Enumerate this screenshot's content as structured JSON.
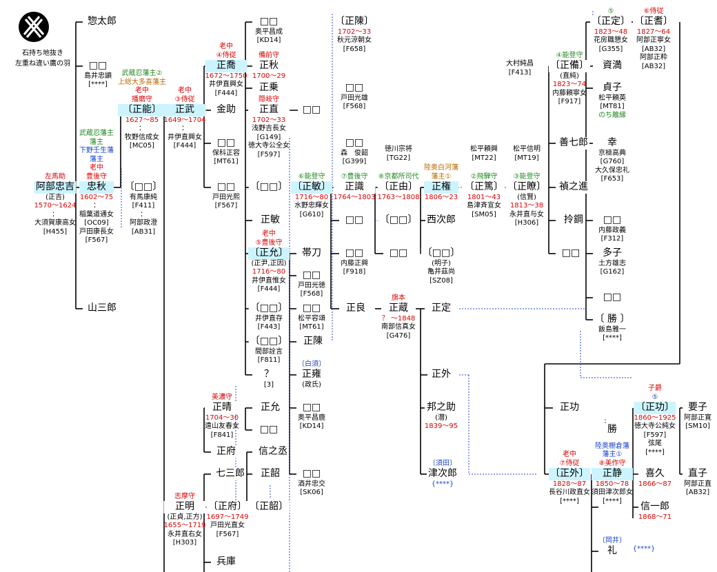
{
  "crest": {
    "line1": "石持ち地抜き",
    "line2": "左重ね違い鷹の羽"
  },
  "persons": [
    {
      "id": "tadayoshi",
      "pre": [
        {
          "t": "左馬助",
          "c": "red"
        }
      ],
      "name": "阿部忠吉",
      "hl": true,
      "post": [
        "(正吉)",
        {
          "t": "1570～1624",
          "c": "red"
        },
        "：",
        "大須賀康高女",
        "[H455]"
      ]
    },
    {
      "id": "sotaro",
      "name": "惣太郎"
    },
    {
      "id": "unk1",
      "name": "□□",
      "post": [
        "島井忠顕",
        "[****]"
      ]
    },
    {
      "id": "sansaburo",
      "name": "山三郎"
    },
    {
      "id": "tadaaki",
      "pre": [
        {
          "t": "武蔵忍藩主",
          "c": "green"
        },
        {
          "t": "藩主",
          "c": "green"
        },
        {
          "t": "下野壬生藩",
          "c": "blue"
        },
        {
          "t": "藩主",
          "c": "blue"
        },
        {
          "t": "老中",
          "c": "red"
        },
        {
          "t": "豊後守",
          "c": "red"
        }
      ],
      "name": "忠秋",
      "hl": true,
      "post": [
        {
          "t": "1602～75",
          "c": "red"
        },
        "：",
        "稲葉道通女",
        "[OC09]",
        "戸田康長女",
        "[F567]"
      ]
    },
    {
      "id": "masayoshi",
      "pre": [
        {
          "t": "武蔵忍藩主②",
          "c": "green"
        },
        {
          "t": "上総大多喜藩主",
          "c": "orange"
        },
        {
          "t": "老中",
          "c": "red"
        },
        {
          "t": "播磨守",
          "c": "red"
        }
      ],
      "name": "〔正能〕",
      "hl": true,
      "post": [
        {
          "t": "1627～85",
          "c": "red"
        },
        "：",
        "牧野信成女",
        "[MC05]"
      ]
    },
    {
      "id": "unk2",
      "name": "〔□□〕",
      "post": [
        "有馬康純",
        "[F411]",
        "：",
        "阿部政澄",
        "[AB31]"
      ]
    },
    {
      "id": "masatake",
      "pre": [
        {
          "t": "老中",
          "c": "red"
        },
        {
          "t": "③侍従",
          "c": "red"
        }
      ],
      "name": "正武",
      "hl": true,
      "post": [
        {
          "t": "1649～1704",
          "c": "red"
        },
        "：",
        "井伊直興女",
        "[F444]"
      ]
    },
    {
      "id": "masataka",
      "pre": [
        {
          "t": "老中",
          "c": "red"
        },
        {
          "t": "④侍従",
          "c": "red"
        }
      ],
      "name": "正喬",
      "hl": true,
      "post": [
        {
          "t": "1672～1750",
          "c": "red"
        },
        "井伊直興女",
        "[F444]"
      ]
    },
    {
      "id": "kinsuke",
      "name": "金助"
    },
    {
      "id": "unk3",
      "name": "□□",
      "post": [
        "保科正容",
        "[MT61]"
      ]
    },
    {
      "id": "unk4",
      "name": "□□",
      "post": [
        "戸田光熙",
        "[F567]"
      ]
    },
    {
      "id": "masaharu",
      "pre": [
        {
          "t": "美濃守",
          "c": "red"
        }
      ],
      "name": "正晴",
      "post": [
        {
          "t": "1704～30",
          "c": "red"
        },
        "遠山友春女",
        "[F841]"
      ]
    },
    {
      "id": "masafu",
      "name": "正府"
    },
    {
      "id": "shichisaburo",
      "name": "七三郎"
    },
    {
      "id": "masaakira",
      "pre": [
        {
          "t": "志摩守",
          "c": "red"
        }
      ],
      "name": "正明",
      "post": [
        "(正貞,正方)",
        {
          "t": "1655～1719",
          "c": "red"
        },
        "永井直右女",
        "[H303]"
      ]
    },
    {
      "id": "hyogo",
      "name": "兵庫"
    },
    {
      "id": "unk5",
      "name": "□□",
      "post": [
        "奥平昌成",
        "[KD14]"
      ]
    },
    {
      "id": "masaaki2",
      "pre": [
        {
          "t": "備前守",
          "c": "red"
        }
      ],
      "name": "正秋",
      "post": [
        {
          "t": "1700～29",
          "c": "red"
        }
      ]
    },
    {
      "id": "masanori",
      "name": "正乗"
    },
    {
      "id": "masanao",
      "pre": [
        {
          "t": "隠岐守",
          "c": "red"
        }
      ],
      "name": "正直",
      "post": [
        {
          "t": "1702～33",
          "c": "red"
        },
        "浅野吉長女",
        "[G149]",
        "徳大寺公全女",
        "[F597]"
      ]
    },
    {
      "id": "unk6",
      "name": "〔□□〕"
    },
    {
      "id": "masatoshi",
      "name": "正敏"
    },
    {
      "id": "masachika",
      "pre": [
        {
          "t": "老中",
          "c": "red"
        },
        {
          "t": "⑤豊後守",
          "c": "red"
        }
      ],
      "name": "〔正允〕",
      "hl": true,
      "post": [
        "(正尹,正因)",
        {
          "t": "1716～80",
          "c": "red"
        },
        "井伊直惟女",
        "[F444]"
      ]
    },
    {
      "id": "unk7",
      "name": "〔□□〕",
      "post": [
        "井伊直存",
        "[F443]"
      ]
    },
    {
      "id": "unk8",
      "name": "〔□□〕",
      "post": [
        "間部詮言",
        "[F811]"
      ]
    },
    {
      "id": "q3",
      "name": "？",
      "post": [
        "[3]"
      ]
    },
    {
      "id": "masachika2",
      "name": "正允"
    },
    {
      "id": "unk9",
      "name": "□□"
    },
    {
      "id": "shinnojo",
      "name": "信之丞"
    },
    {
      "id": "masaaki3",
      "name": "正韶"
    },
    {
      "id": "masaaki4",
      "name": "〔正韶〕"
    },
    {
      "id": "masafu2",
      "name": "〔正府〕",
      "post": [
        {
          "t": "1697～1749",
          "c": "red"
        },
        "戸田光直女",
        "[F567]"
      ]
    },
    {
      "id": "unk10",
      "name": "□□"
    },
    {
      "id": "obitate",
      "name": "帯刀"
    },
    {
      "id": "unk11",
      "name": "□□",
      "post": [
        "戸田光徳",
        "[F568]"
      ]
    },
    {
      "id": "unk12",
      "name": "□□",
      "post": [
        "松平容頌",
        "[MT61]"
      ]
    },
    {
      "id": "masahiro",
      "name": "正陳"
    },
    {
      "id": "masayasu",
      "pre": [
        {
          "t": "〔白須〕",
          "c": "blue"
        }
      ],
      "name": "正雍",
      "post": [
        "(政氏)"
      ]
    },
    {
      "id": "unk13",
      "name": "□□",
      "post": [
        "奥平昌鹿",
        "[KD14]"
      ]
    },
    {
      "id": "unk14",
      "name": "□□",
      "post": [
        "酒井忠交",
        "[SK06]"
      ]
    },
    {
      "id": "masatoshi2",
      "pre": [
        {
          "t": "⑥能登守",
          "c": "green"
        }
      ],
      "name": "〔正敏〕",
      "hl": true,
      "post": [
        {
          "t": "1716～80",
          "c": "red"
        },
        "水野忠輝女",
        "[G610]"
      ]
    },
    {
      "id": "masahiro2",
      "name": "〔正陳〕",
      "post": [
        {
          "t": "1702～33",
          "c": "red"
        },
        "秋元涼朝女",
        "[F658]"
      ]
    },
    {
      "id": "unk15",
      "name": "□□",
      "post": [
        "戸田光雄",
        "[F568]"
      ]
    },
    {
      "id": "unk16",
      "name": "□□",
      "post": [
        "森　俊韶",
        "[G399]"
      ]
    },
    {
      "id": "masashiki",
      "pre": [
        {
          "t": "⑦豊後守",
          "c": "green"
        }
      ],
      "name": "正識",
      "post": [
        {
          "t": "1764～1803",
          "c": "red"
        }
      ]
    },
    {
      "id": "unk17",
      "name": "□□"
    },
    {
      "id": "unk18",
      "name": "□□",
      "post": [
        "内藤正興",
        "[F918]"
      ]
    },
    {
      "id": "masayoshi3",
      "name": "正良"
    },
    {
      "id": "tokugawa",
      "name": "徳川宗将",
      "small": true,
      "post": [
        "[TG22]"
      ]
    },
    {
      "id": "masayoshi2",
      "pre": [
        {
          "t": "⑧京都所司代",
          "c": "green"
        }
      ],
      "name": "〔正由〕",
      "post": [
        {
          "t": "1763～1808",
          "c": "red"
        }
      ]
    },
    {
      "id": "unk19",
      "name": "〔□□〕"
    },
    {
      "id": "unk20",
      "name": "□□"
    },
    {
      "id": "masakura",
      "pre": [
        {
          "t": "旗本",
          "c": "red"
        }
      ],
      "name": "正蔵",
      "post": [
        {
          "t": "？ ～1848",
          "c": "red"
        },
        "南部信真女",
        "[G476]"
      ]
    },
    {
      "id": "masanori2",
      "pre": [
        {
          "t": "陸奥白河藩",
          "c": "orange"
        },
        {
          "t": "藩主①",
          "c": "orange"
        }
      ],
      "name": "正権",
      "hl": true,
      "post": [
        {
          "t": "1806～23",
          "c": "red"
        }
      ]
    },
    {
      "id": "saijiro",
      "name": "西次郎"
    },
    {
      "id": "unk21",
      "name": "〔□□〕",
      "post": [
        "(明子)",
        "亀井茲尚",
        "[SZ08]"
      ]
    },
    {
      "id": "masasada",
      "name": "正定"
    },
    {
      "id": "masaso",
      "name": "正外"
    },
    {
      "id": "kuninosuke",
      "name": "邦之助",
      "post": [
        "(潜)",
        {
          "t": "1839～95",
          "c": "red"
        }
      ]
    },
    {
      "id": "tsujiro",
      "pre": [
        {
          "t": "〔須田〕",
          "c": "blue"
        }
      ],
      "name": "津次郎",
      "post": [
        {
          "t": "{****}",
          "c": "blue"
        }
      ]
    },
    {
      "id": "matsudaira1",
      "name": "松平頼興",
      "small": true,
      "post": [
        "[MT22]"
      ]
    },
    {
      "id": "masaatsu",
      "pre": [
        {
          "t": "②飛騨守",
          "c": "green"
        }
      ],
      "name": "〔正篤〕",
      "post": [
        {
          "t": "1801～43",
          "c": "red"
        },
        "島津斉宣女",
        "[SM05]"
      ]
    },
    {
      "id": "omura",
      "name": "大村純昌",
      "small": true,
      "post": [
        "[F413]"
      ]
    },
    {
      "id": "matsudaira2",
      "name": "松平信明",
      "small": true,
      "post": [
        "[MT19]"
      ]
    },
    {
      "id": "masaaki5",
      "pre": [
        {
          "t": "③能登守",
          "c": "green"
        }
      ],
      "name": "〔正瞭〕",
      "post": [
        "(信賢)",
        {
          "t": "1813～38",
          "c": "red"
        },
        "永井直与女",
        "[H306]"
      ]
    },
    {
      "id": "masakata",
      "pre": [
        {
          "t": "④能登守",
          "c": "green"
        }
      ],
      "name": "〔正備〕",
      "post": [
        "(直純)",
        {
          "t": "1823～74",
          "c": "red"
        },
        "内藤頼寧女",
        "[F917]"
      ]
    },
    {
      "id": "zenshichiro",
      "name": "善七郎"
    },
    {
      "id": "shinanoshin",
      "name": "禎之進"
    },
    {
      "id": "reiko",
      "name": "拎鋼"
    },
    {
      "id": "unk22",
      "name": "□□"
    },
    {
      "id": "masasada2",
      "pre": [
        {
          "t": "⑤",
          "c": "green"
        }
      ],
      "name": "〔正定〕",
      "post": [
        {
          "t": "1823～48",
          "c": "red"
        },
        "花房職懇女",
        "[G355]"
      ]
    },
    {
      "id": "shimitsu",
      "name": "資満"
    },
    {
      "id": "sadako",
      "name": "貞子",
      "post": [
        "松平頼英",
        "[MT81]",
        {
          "t": "のち離縁",
          "c": "green"
        }
      ]
    },
    {
      "id": "sachi",
      "name": "幸",
      "post": [
        "京極高典",
        "[G760]",
        "大久保忠礼",
        "[F653]"
      ]
    },
    {
      "id": "unk23",
      "name": "□□",
      "post": [
        "内藤政義",
        "[F312]"
      ]
    },
    {
      "id": "tako",
      "name": "多子",
      "post": [
        "土方雄志",
        "[G162]"
      ]
    },
    {
      "id": "unk24",
      "name": "□□"
    },
    {
      "id": "katsu",
      "name": "〔 勝 〕",
      "post": [
        "飯島雅一",
        "[****]"
      ]
    },
    {
      "id": "masaka",
      "pre": [
        {
          "t": "⑥侍従",
          "c": "red"
        }
      ],
      "name": "〔正耆〕",
      "post": [
        {
          "t": "1827～64",
          "c": "red"
        },
        "阿部正寧女",
        "[AB32]",
        "阿部正粋",
        "[AB32]"
      ]
    },
    {
      "id": "masaisao",
      "name": "正功"
    },
    {
      "id": "katsu2",
      "name": "勝"
    },
    {
      "id": "masaso2",
      "pre": [
        {
          "t": "老中",
          "c": "red"
        },
        {
          "t": "⑦侍従",
          "c": "red"
        }
      ],
      "name": "〔正外〕",
      "hl": true,
      "post": [
        {
          "t": "1828～87",
          "c": "red"
        },
        "長谷川政直女",
        "[****]"
      ]
    },
    {
      "id": "masakiyo",
      "pre": [
        {
          "t": "陸奥棚倉藩",
          "c": "blue"
        },
        {
          "t": "藩主①",
          "c": "blue"
        },
        {
          "t": "⑧美作守",
          "c": "red"
        }
      ],
      "name": "正静",
      "hl": true,
      "post": [
        {
          "t": "1850～78",
          "c": "red"
        },
        "須田津次郎女",
        "[****]"
      ]
    },
    {
      "id": "rei",
      "pre": [
        {
          "t": "〔岡井〕",
          "c": "blue"
        }
      ],
      "name": "礼"
    },
    {
      "id": "rei_tag",
      "name": "{****}",
      "small": true,
      "blue": true
    },
    {
      "id": "masaisao2",
      "pre": [
        {
          "t": "子爵",
          "c": "red"
        },
        {
          "t": "⑤",
          "c": "blue"
        }
      ],
      "name": "〔正功〕",
      "hl": true,
      "post": [
        {
          "t": "1860～1925",
          "c": "red"
        },
        "徳大寺公純女",
        "[F597]",
        "弦尾",
        "[****]"
      ]
    },
    {
      "id": "kihisa",
      "name": "喜久",
      "post": [
        {
          "t": "1866～87",
          "c": "red"
        }
      ]
    },
    {
      "id": "shinichiro",
      "name": "信一郎",
      "post": [
        {
          "t": "1868～71",
          "c": "red"
        }
      ]
    },
    {
      "id": "yoko",
      "name": "要子",
      "post": [
        "阿部正寛",
        "[SM10]"
      ]
    },
    {
      "id": "naoko",
      "name": "直子",
      "post": [
        "阿部正直",
        "[AB32]"
      ]
    }
  ]
}
